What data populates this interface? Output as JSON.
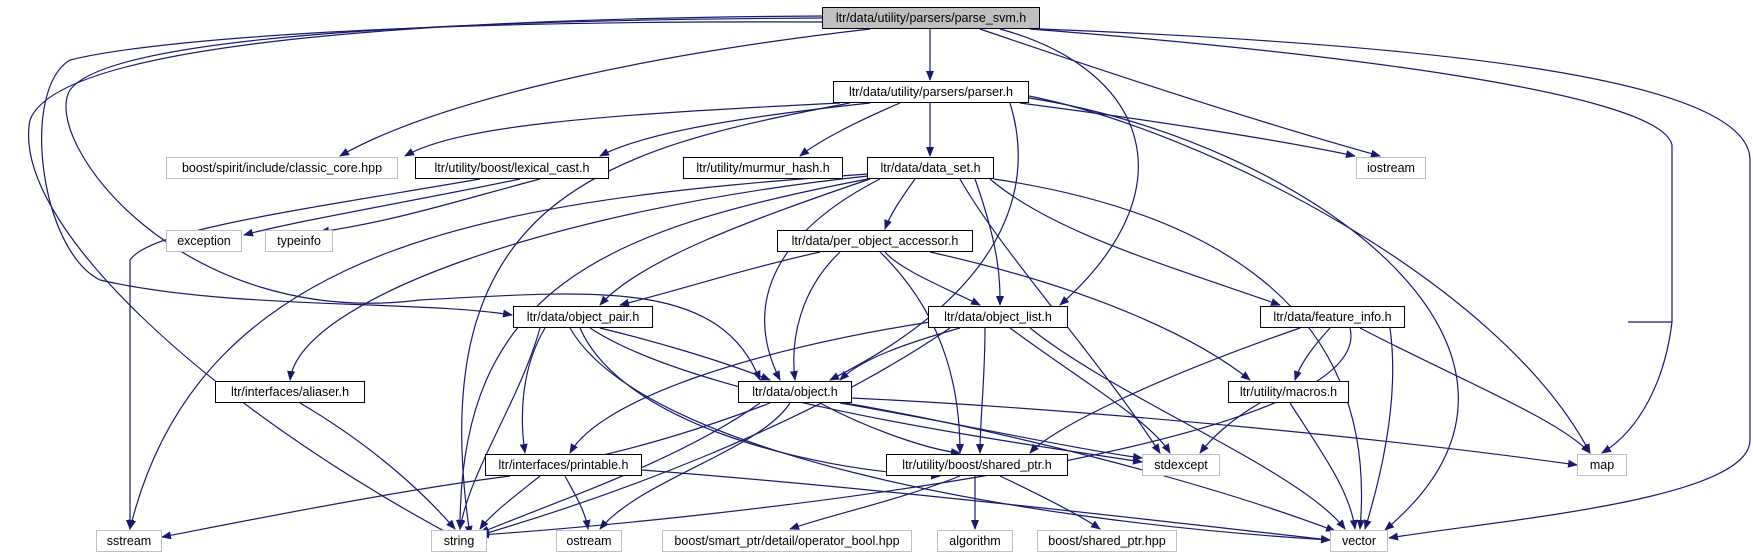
{
  "diagram": {
    "edge_color": "#191970",
    "nodes": {
      "parse_svm": "ltr/data/utility/parsers/parse_svm.h",
      "parser": "ltr/data/utility/parsers/parser.h",
      "classic_core": "boost/spirit/include/classic_core.hpp",
      "lexical_cast": "ltr/utility/boost/lexical_cast.h",
      "murmur_hash": "ltr/utility/murmur_hash.h",
      "data_set": "ltr/data/data_set.h",
      "iostream": "iostream",
      "exception": "exception",
      "typeinfo": "typeinfo",
      "per_object_accessor": "ltr/data/per_object_accessor.h",
      "object_pair": "ltr/data/object_pair.h",
      "object_list": "ltr/data/object_list.h",
      "feature_info": "ltr/data/feature_info.h",
      "aliaser": "ltr/interfaces/aliaser.h",
      "object": "ltr/data/object.h",
      "macros": "ltr/utility/macros.h",
      "printable": "ltr/interfaces/printable.h",
      "shared_ptr": "ltr/utility/boost/shared_ptr.h",
      "stdexcept": "stdexcept",
      "map": "map",
      "sstream": "sstream",
      "string": "string",
      "ostream": "ostream",
      "operator_bool": "boost/smart_ptr/detail/operator_bool.hpp",
      "algorithm": "algorithm",
      "boost_shared_ptr": "boost/shared_ptr.hpp",
      "vector": "vector"
    }
  }
}
